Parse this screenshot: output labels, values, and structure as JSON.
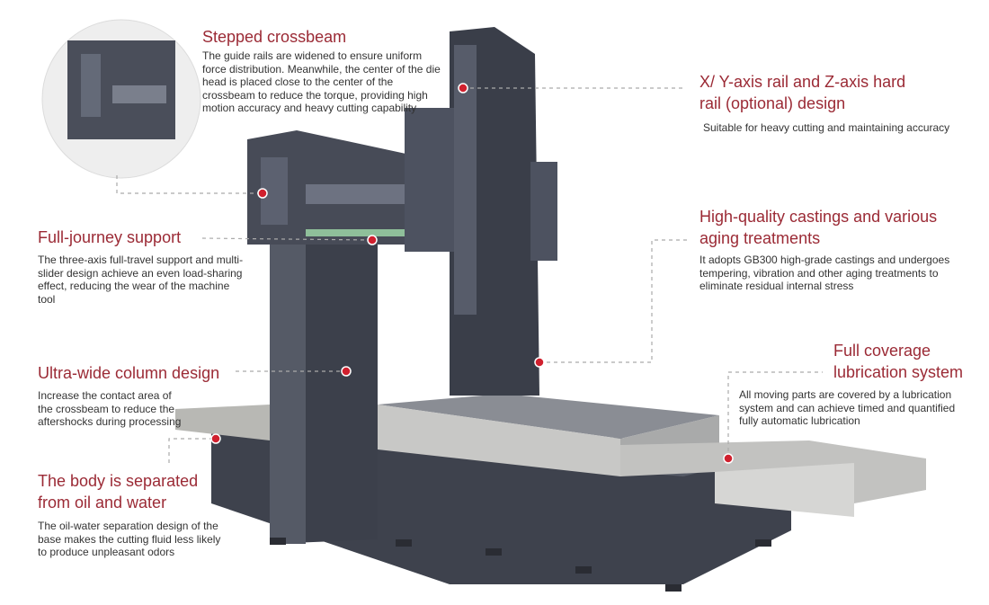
{
  "colors": {
    "accent": "#9b2a35",
    "text": "#333333",
    "machine": "#4a4e5a",
    "dot": "#d0202e"
  },
  "features": [
    {
      "title": "Stepped crossbeam",
      "desc": "The guide rails are widened to ensure uniform force distribution. Meanwhile, the center of the die head is placed close to the center of the crossbeam to reduce the torque, providing high motion accuracy and heavy cutting capability"
    },
    {
      "title": "X/ Y-axis rail and Z-axis hard rail (optional) design",
      "desc": "Suitable for heavy cutting and maintaining accuracy"
    },
    {
      "title": "Full-journey support",
      "desc": "The three-axis full-travel support and multi-slider design achieve an even load-sharing effect, reducing the wear of the machine tool"
    },
    {
      "title": "High-quality castings and various aging treatments",
      "desc": "It adopts GB300 high-grade castings and undergoes tempering, vibration and other aging treatments to eliminate residual internal stress"
    },
    {
      "title": "Ultra-wide column design",
      "desc": "Increase the contact area of the crossbeam to reduce the aftershocks during processing"
    },
    {
      "title": "Full coverage lubrication system",
      "desc": "All moving parts are covered by a lubrication system and can achieve timed and quantified fully automatic lubrication"
    },
    {
      "title": "The body is separated from oil and water",
      "desc": "The oil-water separation design of the base makes the cutting fluid less likely to produce unpleasant odors"
    }
  ]
}
